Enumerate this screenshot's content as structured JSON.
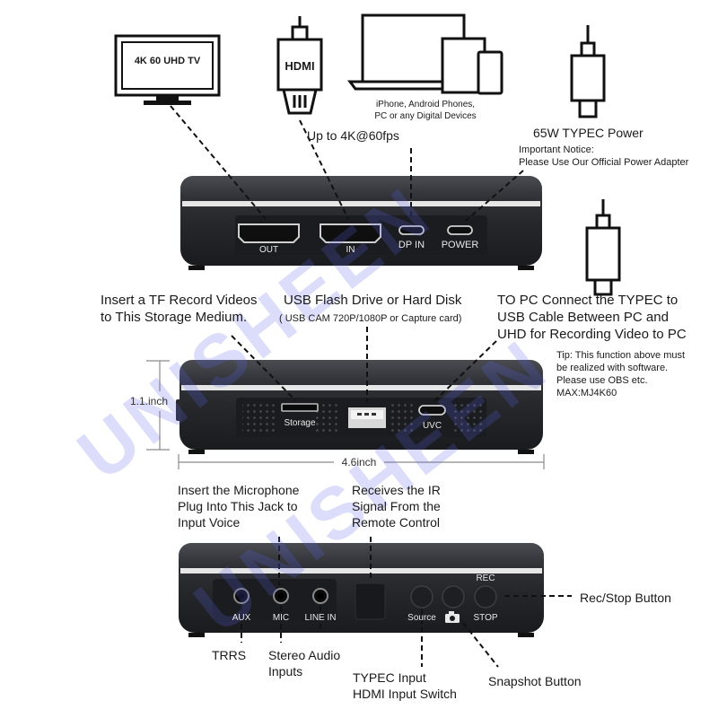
{
  "watermark": "UNISHEEN",
  "colors": {
    "device_body": "#2b2d31",
    "device_top": "#3a3c41",
    "stripe": "#e6e6e6",
    "panel": "#1b1c1f",
    "watermark": "#5a64e6"
  },
  "top_section": {
    "tv_label": "4K 60 UHD TV",
    "hdmi_label": "HDMI",
    "devices_caption": [
      "iPhone, Android Phones,",
      "PC or any Digital Devices"
    ],
    "resolution_caption": "Up to 4K@60fps",
    "power_title": "65W TYPEC Power",
    "power_notice": [
      "Important Notice:",
      "Please Use Our Official Power Adapter"
    ],
    "ports": [
      "OUT",
      "IN",
      "DP IN",
      "POWER"
    ]
  },
  "middle_section": {
    "tf_caption": [
      "Insert a TF Record Videos",
      "to This Storage Medium."
    ],
    "usb_caption": "USB Flash Drive or Hard Disk",
    "usb_subcaption": "( USB CAM 720P/1080P or Capture card)",
    "pc_caption": [
      "TO PC Connect the TYPEC to",
      "USB Cable Between PC and",
      "UHD for Recording Video to PC"
    ],
    "tip": [
      "Tip: This function above must",
      "be realized with software.",
      "Please use OBS etc.",
      "MAX:MJ4K60"
    ],
    "height_dimension": "1.1.inch",
    "width_dimension": "4.6inch",
    "ports": [
      "Storage",
      "UVC"
    ]
  },
  "bottom_section": {
    "mic_caption": [
      "Insert the Microphone",
      "Plug Into This Jack to",
      "Input Voice"
    ],
    "ir_caption": [
      "Receives the IR",
      "Signal From the",
      "Remote Control"
    ],
    "rec_stop_caption": "Rec/Stop Button",
    "trrs_caption": "TRRS",
    "stereo_caption": [
      "Stereo Audio",
      "Inputs"
    ],
    "typec_caption": [
      "TYPEC Input",
      "HDMI Input Switch"
    ],
    "snapshot_caption": "Snapshot Button",
    "ports": [
      "AUX",
      "MIC",
      "LINE IN",
      "Source",
      "STOP",
      "REC"
    ]
  }
}
